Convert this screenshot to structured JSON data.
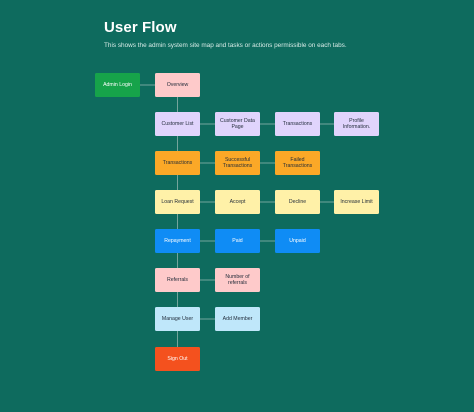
{
  "header": {
    "title": "User Flow",
    "subtitle": "This shows the admin system site map and tasks or actions permissible on each tabs."
  },
  "colors": {
    "background": "#0e6b5e",
    "connector": "#8fb3ad",
    "green": "#16a34a",
    "pink": "#fecaca",
    "lavender": "#e0d4fc",
    "orange": "#fba827",
    "yellow": "#fff1a8",
    "blue": "#0f8cf5",
    "light_blue": "#bfe7fa",
    "red": "#f4511e"
  },
  "nodes": [
    {
      "id": "admin-login",
      "label": "Admin Login",
      "color": "green",
      "text": "#ffffff"
    },
    {
      "id": "overview",
      "label": "Overview",
      "color": "pink",
      "text": "#1f2937"
    },
    {
      "id": "customer-list",
      "label": "Customer List",
      "color": "lavender",
      "text": "#1f2937"
    },
    {
      "id": "customer-data-page",
      "label": "Customer Data Page",
      "color": "lavender",
      "text": "#1f2937"
    },
    {
      "id": "transactions-customer",
      "label": "Transactions",
      "color": "lavender",
      "text": "#1f2937"
    },
    {
      "id": "profile-information",
      "label": "Profile Information.",
      "color": "lavender",
      "text": "#1f2937"
    },
    {
      "id": "transactions",
      "label": "Transactions",
      "color": "orange",
      "text": "#1f2937"
    },
    {
      "id": "successful-transactions",
      "label": "Successful Transactions",
      "color": "orange",
      "text": "#1f2937"
    },
    {
      "id": "failed-transactions",
      "label": "Failed Transactions",
      "color": "orange",
      "text": "#1f2937"
    },
    {
      "id": "loan-request",
      "label": "Loan Request",
      "color": "yellow",
      "text": "#1f2937"
    },
    {
      "id": "accept",
      "label": "Accept",
      "color": "yellow",
      "text": "#1f2937"
    },
    {
      "id": "decline",
      "label": "Decline",
      "color": "yellow",
      "text": "#1f2937"
    },
    {
      "id": "increase-limit",
      "label": "Increase Limit",
      "color": "yellow",
      "text": "#1f2937"
    },
    {
      "id": "repayment",
      "label": "Repayment",
      "color": "blue",
      "text": "#ffffff"
    },
    {
      "id": "paid",
      "label": "Paid",
      "color": "blue",
      "text": "#ffffff"
    },
    {
      "id": "unpaid",
      "label": "Unpaid",
      "color": "blue",
      "text": "#ffffff"
    },
    {
      "id": "referrals",
      "label": "Referrals",
      "color": "pink",
      "text": "#1f2937"
    },
    {
      "id": "number-of-referrals",
      "label": "Number of referrals",
      "color": "pink",
      "text": "#1f2937"
    },
    {
      "id": "manage-user",
      "label": "Manage User",
      "color": "light_blue",
      "text": "#1f2937"
    },
    {
      "id": "add-member",
      "label": "Add Member",
      "color": "light_blue",
      "text": "#1f2937"
    },
    {
      "id": "sign-out",
      "label": "Sign Out",
      "color": "red",
      "text": "#ffffff"
    }
  ],
  "edges": [
    [
      "admin-login",
      "overview"
    ],
    [
      "overview",
      "customer-list"
    ],
    [
      "customer-list",
      "transactions"
    ],
    [
      "transactions",
      "loan-request"
    ],
    [
      "loan-request",
      "repayment"
    ],
    [
      "repayment",
      "referrals"
    ],
    [
      "referrals",
      "manage-user"
    ],
    [
      "manage-user",
      "sign-out"
    ],
    [
      "customer-list",
      "customer-data-page"
    ],
    [
      "customer-data-page",
      "transactions-customer"
    ],
    [
      "transactions-customer",
      "profile-information"
    ],
    [
      "transactions",
      "successful-transactions"
    ],
    [
      "successful-transactions",
      "failed-transactions"
    ],
    [
      "loan-request",
      "accept"
    ],
    [
      "accept",
      "decline"
    ],
    [
      "decline",
      "increase-limit"
    ],
    [
      "repayment",
      "paid"
    ],
    [
      "paid",
      "unpaid"
    ],
    [
      "referrals",
      "number-of-referrals"
    ],
    [
      "manage-user",
      "add-member"
    ]
  ]
}
